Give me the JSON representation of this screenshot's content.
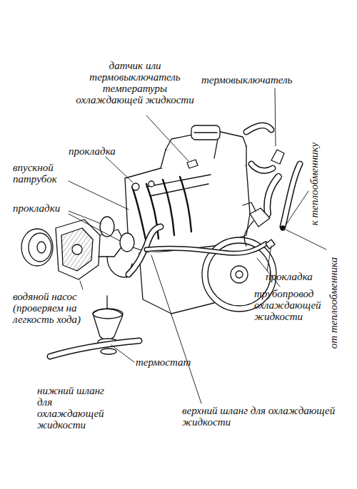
{
  "diagram": {
    "labels": [
      "датчик или термовыключатель температуры охлаждающей жидкости",
      "термовыключатель",
      "к теплообменнику",
      "прокладка",
      "впускной патрубок",
      "прокладки",
      "прокладка",
      "от теплообменника",
      "водяной насос (проверяем на легкость хода)",
      "трубопровод охлаждающей жидкости",
      "термостат",
      "нижний шланг для охлаждающей жидкости",
      "верхний шланг для охлаждающей жидкости"
    ]
  }
}
